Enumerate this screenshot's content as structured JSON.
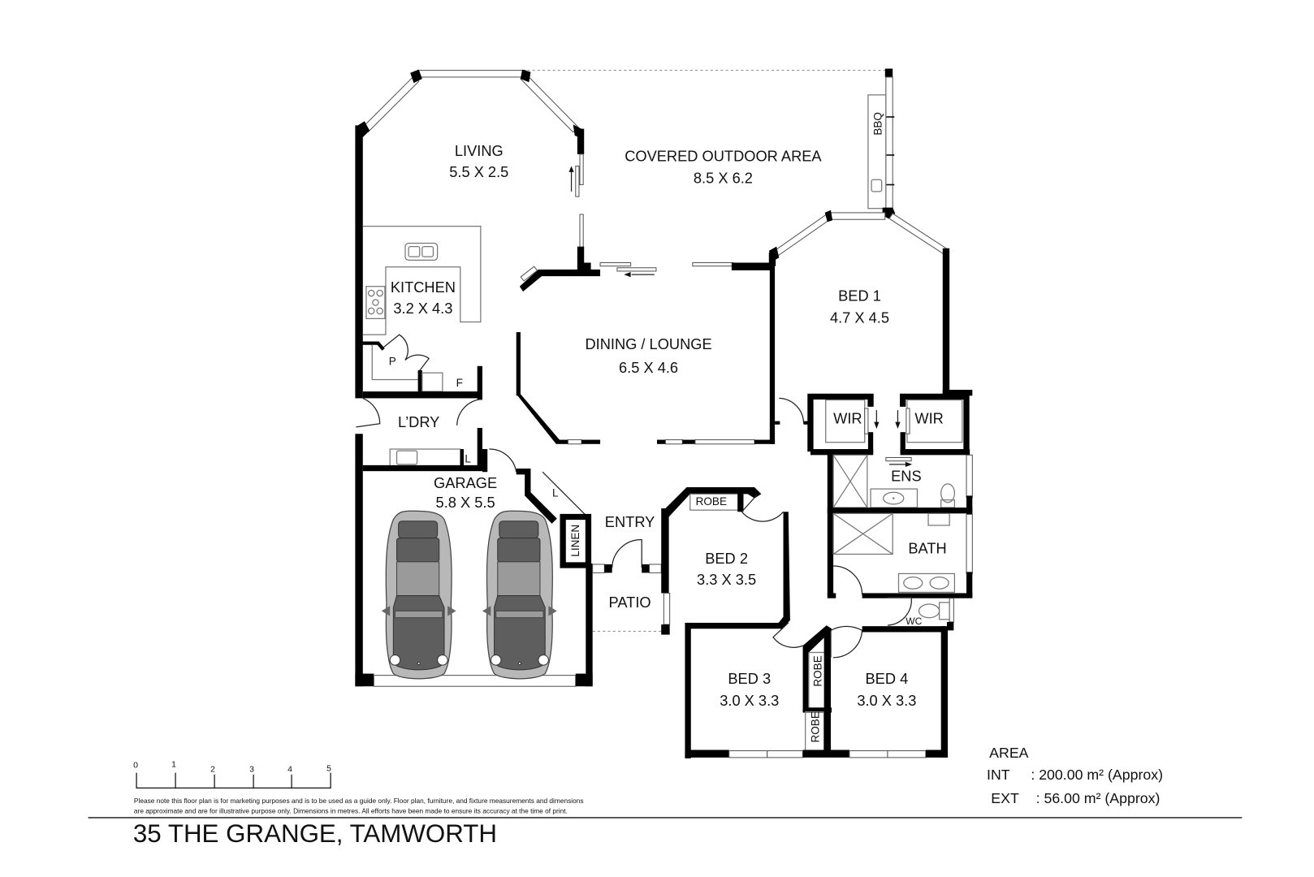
{
  "title": "35 THE GRANGE, TAMWORTH",
  "rooms": {
    "living": {
      "name": "LIVING",
      "size": "5.5 X 2.5"
    },
    "covered_outdoor": {
      "name": "COVERED OUTDOOR AREA",
      "size": "8.5 X 6.2"
    },
    "bbq": {
      "name": "BBQ"
    },
    "kitchen": {
      "name": "KITCHEN",
      "size": "3.2 X 4.3"
    },
    "pantry": {
      "name": "P"
    },
    "fridge": {
      "name": "F"
    },
    "dining_lounge": {
      "name": "DINING / LOUNGE",
      "size": "6.5 X 4.6"
    },
    "bed1": {
      "name": "BED 1",
      "size": "4.7 X 4.5"
    },
    "wir_left": {
      "name": "WIR"
    },
    "wir_right": {
      "name": "WIR"
    },
    "ensuite": {
      "name": "ENS"
    },
    "bath": {
      "name": "BATH"
    },
    "wc": {
      "name": "WC"
    },
    "laundry": {
      "name": "L’DRY"
    },
    "laundry_linen": {
      "name": "L"
    },
    "garage": {
      "name": "GARAGE",
      "size": "5.8 X 5.5"
    },
    "garage_linen": {
      "name": "L"
    },
    "linen": {
      "name": "LINEN"
    },
    "entry": {
      "name": "ENTRY"
    },
    "patio": {
      "name": "PATIO"
    },
    "bed2": {
      "name": "BED 2",
      "size": "3.3 X 3.5"
    },
    "bed2_robe": {
      "name": "ROBE"
    },
    "bed3": {
      "name": "BED 3",
      "size": "3.0 X 3.3"
    },
    "bed3_robe": {
      "name": "ROBE"
    },
    "bed4": {
      "name": "BED 4",
      "size": "3.0 X 3.3"
    },
    "bed4_robe": {
      "name": "ROBE"
    }
  },
  "scale_bar": {
    "ticks": [
      "0",
      "1",
      "2",
      "3",
      "4",
      "5"
    ],
    "unit": "metres"
  },
  "disclaimer": {
    "line1": "Please note this floor plan is for marketing purposes and is to be used as a guide only. Floor plan, furniture, and fixture measurements and dimensions",
    "line2": "are approximate and are for illustrative purpose only. Dimensions in metres. All efforts have been made to ensure its accuracy at the time of print."
  },
  "area": {
    "heading": "AREA",
    "int_label": "INT",
    "int_value": ": 200.00 m² (Approx)",
    "ext_label": "EXT",
    "ext_value": ": 56.00 m² (Approx)"
  },
  "colors": {
    "wall": "#000000",
    "window_stroke": "#555555",
    "fixture": "#777777",
    "car_body": "#b8b8b8",
    "car_dark": "#5e5e5e"
  }
}
